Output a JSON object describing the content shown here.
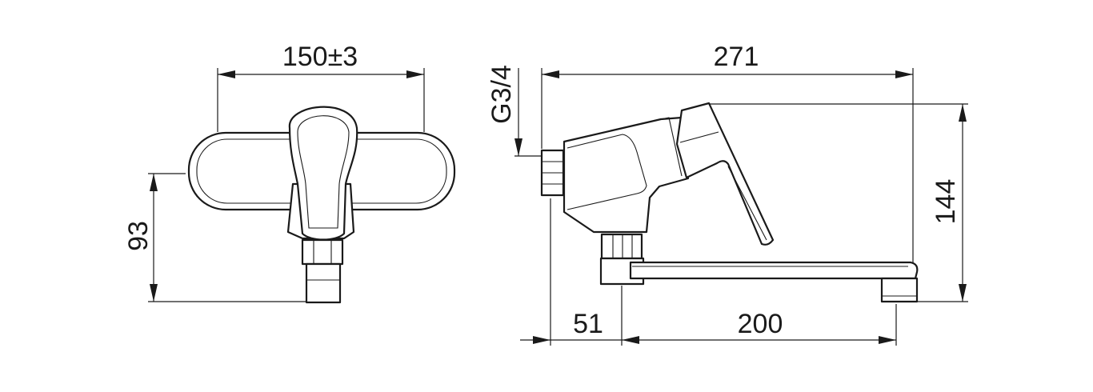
{
  "front_view": {
    "width_dim": "150±3",
    "height_dim": "93"
  },
  "side_view": {
    "overall_length_dim": "271",
    "connection_thread": "G3/4",
    "overall_height_dim": "144",
    "wall_to_spout_dim": "51",
    "spout_reach_dim": "200"
  }
}
